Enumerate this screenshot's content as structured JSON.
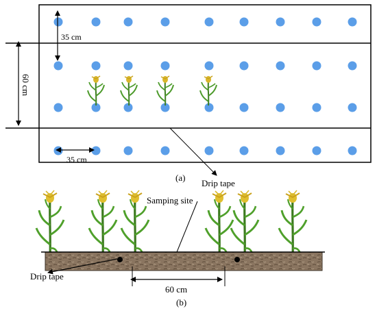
{
  "panel_a": {
    "spacing_vertical_label": "35 cm",
    "row_spacing_label": "60 cm",
    "spacing_horizontal_label": "35 cm",
    "caption": "(a)",
    "drip_tape_label": "Drip tape",
    "emitter_color": "#5b9ee8",
    "dot_rows": 4,
    "dot_columns": 9,
    "plants_count": 4
  },
  "panel_b": {
    "sampling_site_label": "Samping site",
    "drip_tape_label": "Drip tape",
    "spacing_label": "60 cm",
    "caption": "(b)",
    "soil_color": "#8a7560",
    "plants_count": 6
  }
}
